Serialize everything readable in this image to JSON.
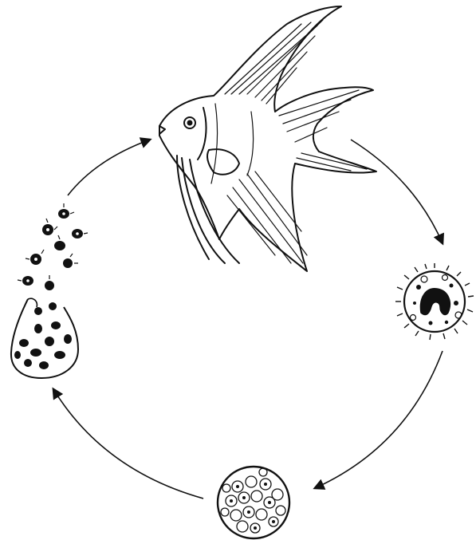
{
  "diagram": {
    "stages": [
      {
        "id": "adult-host-fish",
        "icon": "angelfish-icon"
      },
      {
        "id": "trophont-stage",
        "icon": "ciliated-parasite-icon"
      },
      {
        "id": "tomont-cyst-stage",
        "icon": "dividing-cyst-icon"
      },
      {
        "id": "tomite-release-stage",
        "icon": "swarmer-release-icon"
      }
    ],
    "cycle_direction": "clockwise",
    "colors": {
      "ink": "#111111",
      "background": "#ffffff"
    }
  }
}
